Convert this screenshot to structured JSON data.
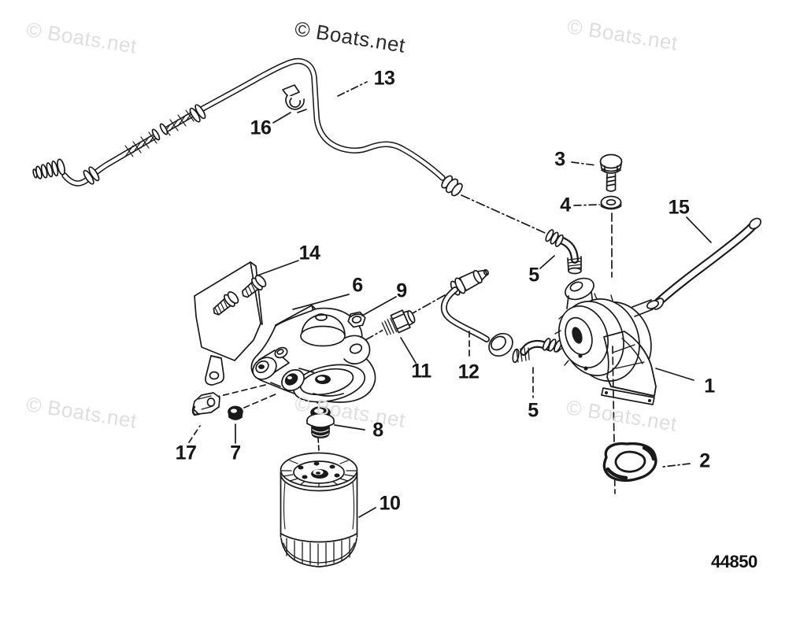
{
  "diagram": {
    "number": "44850",
    "background_color": "#ffffff",
    "line_color": "#1a1a1a",
    "watermark_dark_color": "#2b2b2b",
    "watermark_light_color": "#dedede"
  },
  "watermarks": [
    {
      "text": "© Boats.net",
      "variant": "light"
    },
    {
      "text": "© Boats.net",
      "variant": "dark"
    },
    {
      "text": "© Boats.net",
      "variant": "light"
    },
    {
      "text": "© Boats.net",
      "variant": "light"
    },
    {
      "text": "© Boats.net",
      "variant": "light"
    },
    {
      "text": "© Boats.net",
      "variant": "light"
    }
  ],
  "callouts": [
    {
      "label": "13"
    },
    {
      "label": "16"
    },
    {
      "label": "3"
    },
    {
      "label": "4"
    },
    {
      "label": "15"
    },
    {
      "label": "14"
    },
    {
      "label": "6"
    },
    {
      "label": "9"
    },
    {
      "label": "5"
    },
    {
      "label": "11"
    },
    {
      "label": "12"
    },
    {
      "label": "5"
    },
    {
      "label": "1"
    },
    {
      "label": "2"
    },
    {
      "label": "17"
    },
    {
      "label": "7"
    },
    {
      "label": "8"
    },
    {
      "label": "10"
    }
  ]
}
